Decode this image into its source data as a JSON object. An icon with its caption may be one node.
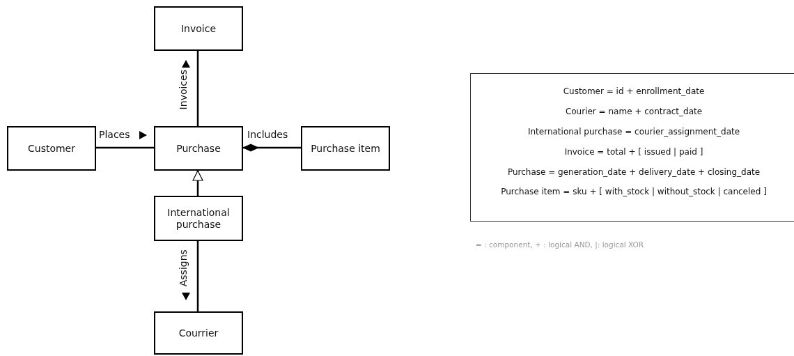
{
  "diagram": {
    "nodes": [
      {
        "text": [
          "Invoice"
        ]
      },
      {
        "text": [
          "Customer"
        ]
      },
      {
        "text": [
          "Purchase"
        ]
      },
      {
        "text": [
          "Purchase item"
        ]
      },
      {
        "text": [
          "International purchase"
        ]
      },
      {
        "text": [
          "Courrier"
        ]
      },
      {
        "text": [
          "Customer = id + enrollment_date",
          "Courier = name + contract_date",
          "International purchase = courier_assignment_date",
          "Invoice = total + [ issued | paid ]",
          "Purchase = generation_date + delivery_date + closing_date",
          "Purchase item = sku + [ with_stock | without_stock | canceled ]"
        ]
      }
    ],
    "edges": [
      {
        "from": 1,
        "to": 2,
        "arrow": "none",
        "label": "Places"
      },
      {
        "from": 2,
        "to": 0,
        "arrow": "none",
        "label": "Invoices"
      },
      {
        "from": 3,
        "to": 2,
        "arrow": "other",
        "label": "Includes"
      },
      {
        "from": 4,
        "to": 2,
        "arrow": "to"
      },
      {
        "from": 4,
        "to": 5,
        "arrow": "none",
        "label": "Assigns"
      }
    ],
    "labels": [
      "= : component, + : logical AND, |: logical XOR"
    ]
  }
}
